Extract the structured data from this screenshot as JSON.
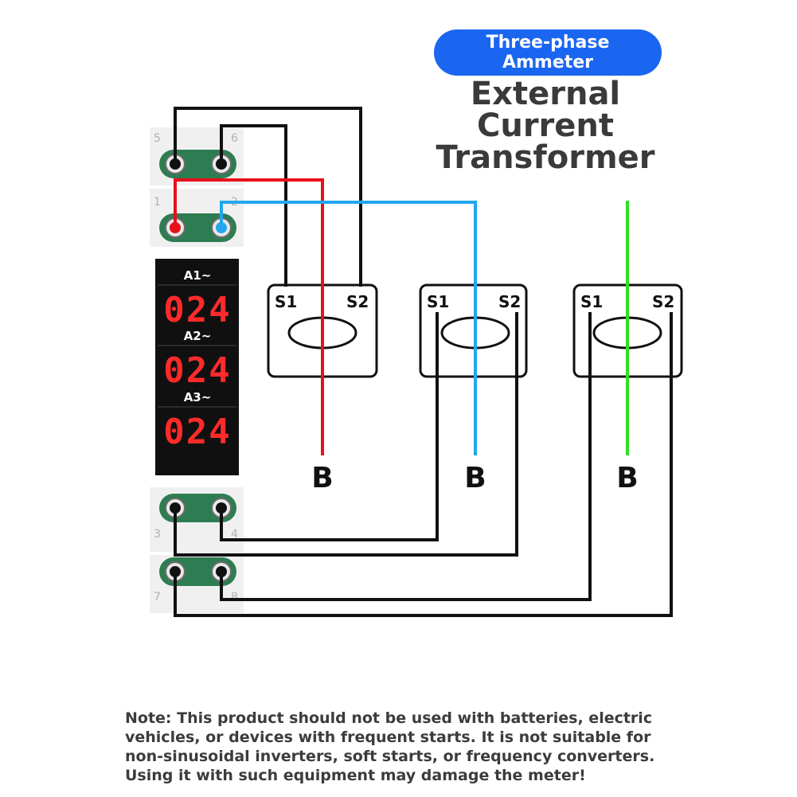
{
  "badge": {
    "line1": "Three-phase",
    "line2": "Ammeter"
  },
  "title": {
    "line1": "External Current",
    "line2": "Transformer"
  },
  "meter": {
    "channels": [
      {
        "label": "A1~",
        "reading": "024"
      },
      {
        "label": "A2~",
        "reading": "024"
      },
      {
        "label": "A3~",
        "reading": "024"
      }
    ],
    "terminals": [
      "5",
      "6",
      "1",
      "2",
      "3",
      "4",
      "7",
      "8"
    ]
  },
  "transformers": [
    {
      "s1": "S1",
      "s2": "S2",
      "phase": "B",
      "wire_color": "#e8101a"
    },
    {
      "s1": "S1",
      "s2": "S2",
      "phase": "B",
      "wire_color": "#22a7ee"
    },
    {
      "s1": "S1",
      "s2": "S2",
      "phase": "B",
      "wire_color": "#33dd22"
    }
  ],
  "colors": {
    "badge": "#1a66f0",
    "terminal_green": "#2e7d52",
    "led_red": "#ff2a2a",
    "wire_black": "#111111"
  },
  "note": [
    "Note: This product should not be used with batteries, electric",
    "vehicles, or devices with frequent starts. It is not suitable for",
    "non-sinusoidal inverters, soft starts, or frequency converters.",
    "Using it with such equipment may damage the meter!"
  ]
}
